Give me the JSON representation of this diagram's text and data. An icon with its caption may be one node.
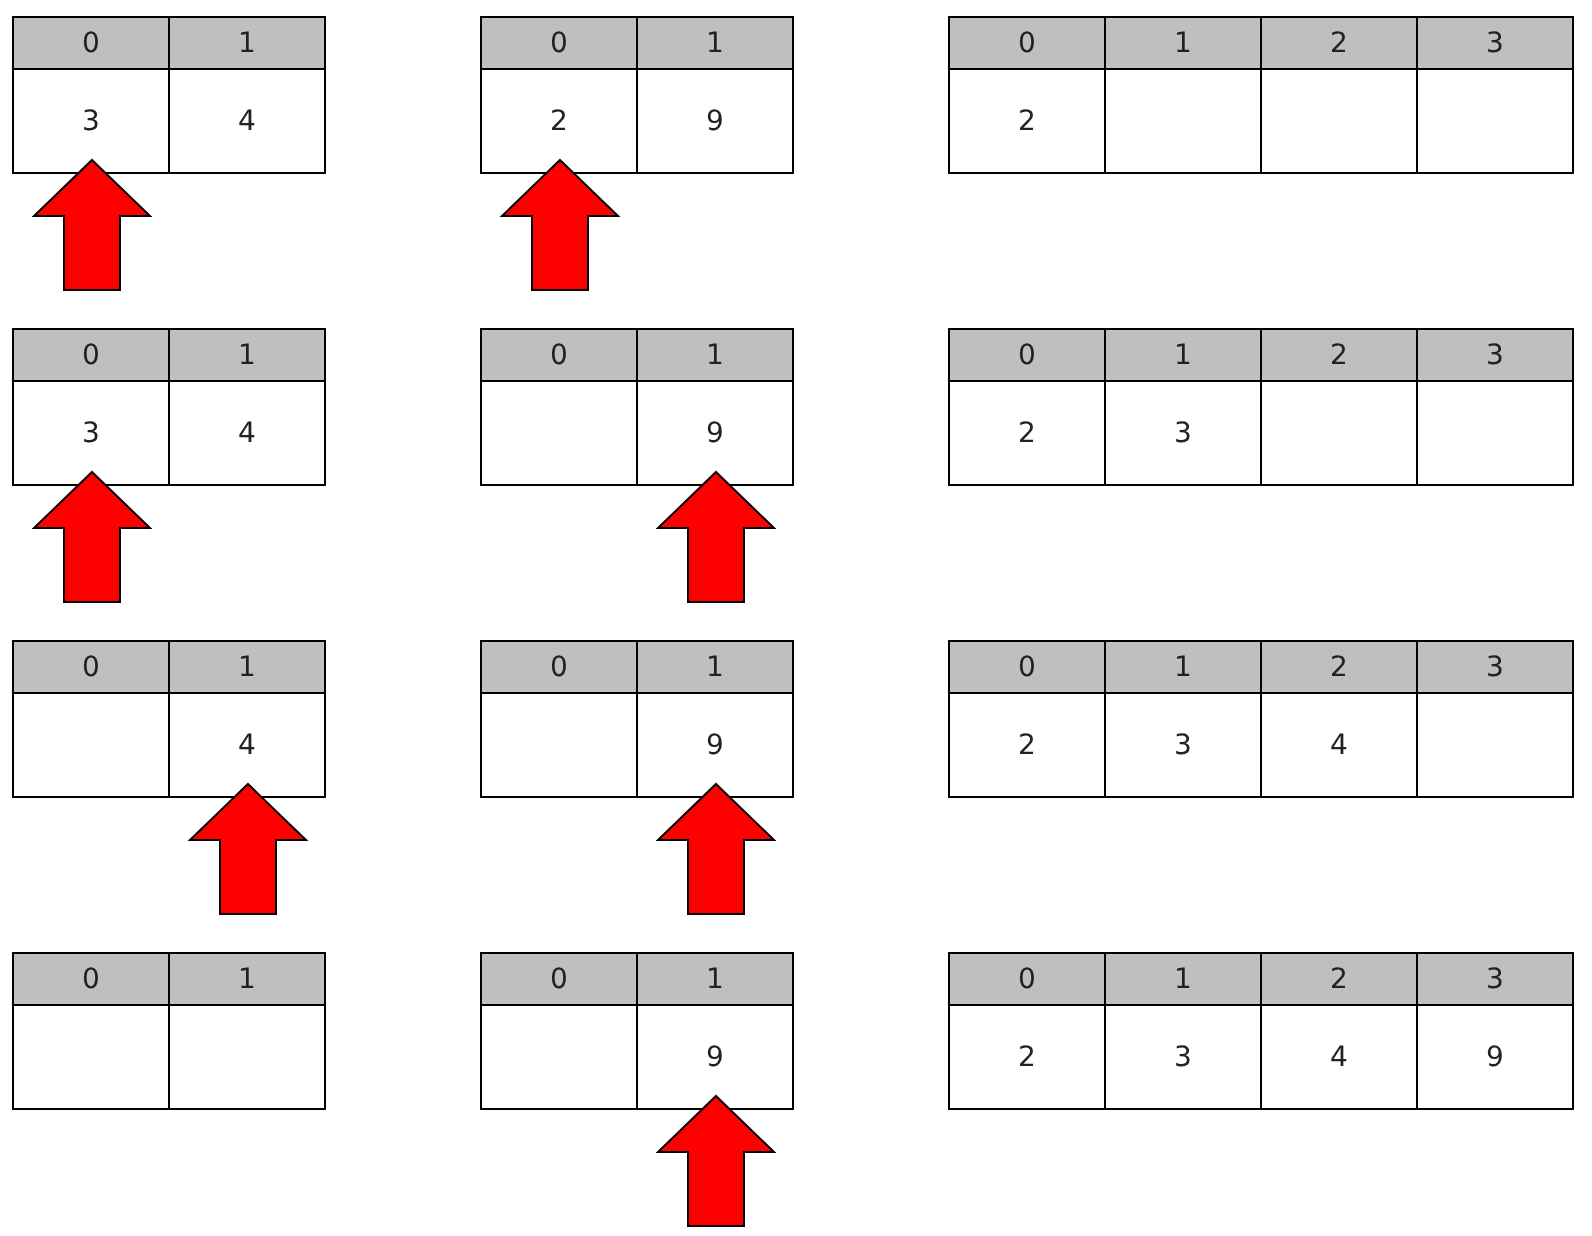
{
  "diagram": {
    "labels": [
      "0",
      "1",
      "3",
      "4",
      "0",
      "1",
      "2",
      "9",
      "0",
      "1",
      "2",
      "3",
      "2",
      "0",
      "1",
      "3",
      "4",
      "0",
      "1",
      "9",
      "0",
      "1",
      "2",
      "3",
      "2",
      "3",
      "0",
      "1",
      "4",
      "0",
      "1",
      "9",
      "0",
      "1",
      "2",
      "3",
      "2",
      "3",
      "4",
      "0",
      "1",
      "0",
      "1",
      "9",
      "0",
      "1",
      "2",
      "3",
      "2",
      "3",
      "4",
      "9"
    ]
  }
}
